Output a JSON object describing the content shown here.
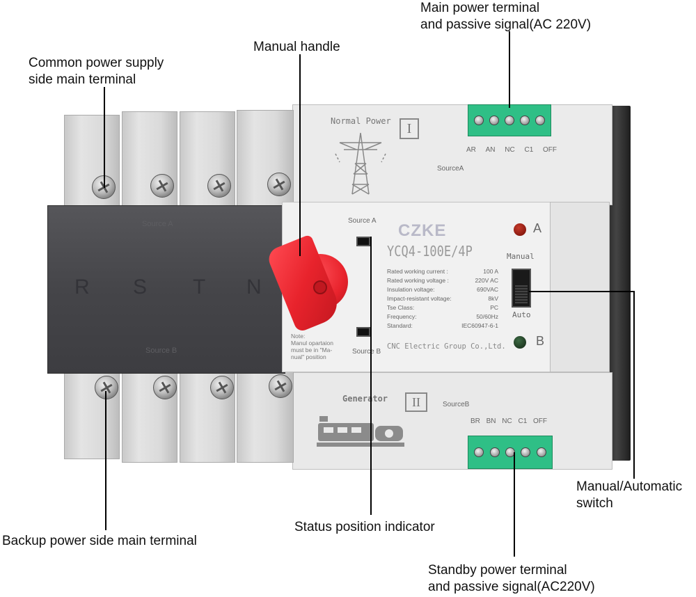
{
  "brand": "CZKE",
  "callouts": {
    "main_power_terminal": [
      "Main power terminal",
      "and passive signal(AC 220V)"
    ],
    "manual_handle": "Manual handle",
    "common_power": [
      "Common power supply",
      "side main terminal"
    ],
    "manual_auto_switch": [
      "Manual/Automatic",
      "switch"
    ],
    "status_indicator": "Status position indicator",
    "backup_power": "Backup power side main terminal",
    "standby_power": [
      "Standby power terminal",
      "and passive signal(AC220V)"
    ]
  },
  "device": {
    "cover_top_text": "Source A",
    "cover_phases": [
      "R",
      "S",
      "T",
      "N"
    ],
    "cover_bottom_text": "Source B",
    "normal_power_label": "Normal Power",
    "source_a_roman": "I",
    "source_a_terminals": [
      "AR",
      "AN",
      "NC",
      "C1",
      "OFF"
    ],
    "source_a_label": "SourceA",
    "window_a_label": "Source A",
    "window_b_label": "Source B",
    "model": "YCQ4-100E/4P",
    "specs": [
      {
        "label": "Rated working current :",
        "value": "100   A"
      },
      {
        "label": "Rated working voltage :",
        "value": "220V AC"
      },
      {
        "label": "Insulation voltage:",
        "value": "690VAC"
      },
      {
        "label": "Impact-resistant voltage:",
        "value": "8kV"
      },
      {
        "label": "Tse Class:",
        "value": "PC"
      },
      {
        "label": "Frequency:",
        "value": "50/60Hz"
      },
      {
        "label": "Standard:",
        "value": "IEC60947-6-1"
      }
    ],
    "manufacturer": "CNC Electric Group Co.,Ltd.",
    "note": [
      "Note:",
      "Manul opartaion",
      "must be in \"Ma-",
      "nual\" position"
    ],
    "indicator_a": "A",
    "indicator_b": "B",
    "manual_label": "Manual",
    "auto_label": "Auto",
    "generator_label": "Generator",
    "source_b_roman": "II",
    "source_b_label": "SourceB",
    "source_b_terminals": [
      "BR",
      "BN",
      "NC",
      "C1",
      "OFF"
    ]
  },
  "colors": {
    "handle": "#e8232c",
    "terminal_block": "#2fbf86",
    "cover": "#4a4a4e",
    "body": "#ececec",
    "indicator_a": "#8a1a10",
    "indicator_b": "#1f3a22"
  }
}
